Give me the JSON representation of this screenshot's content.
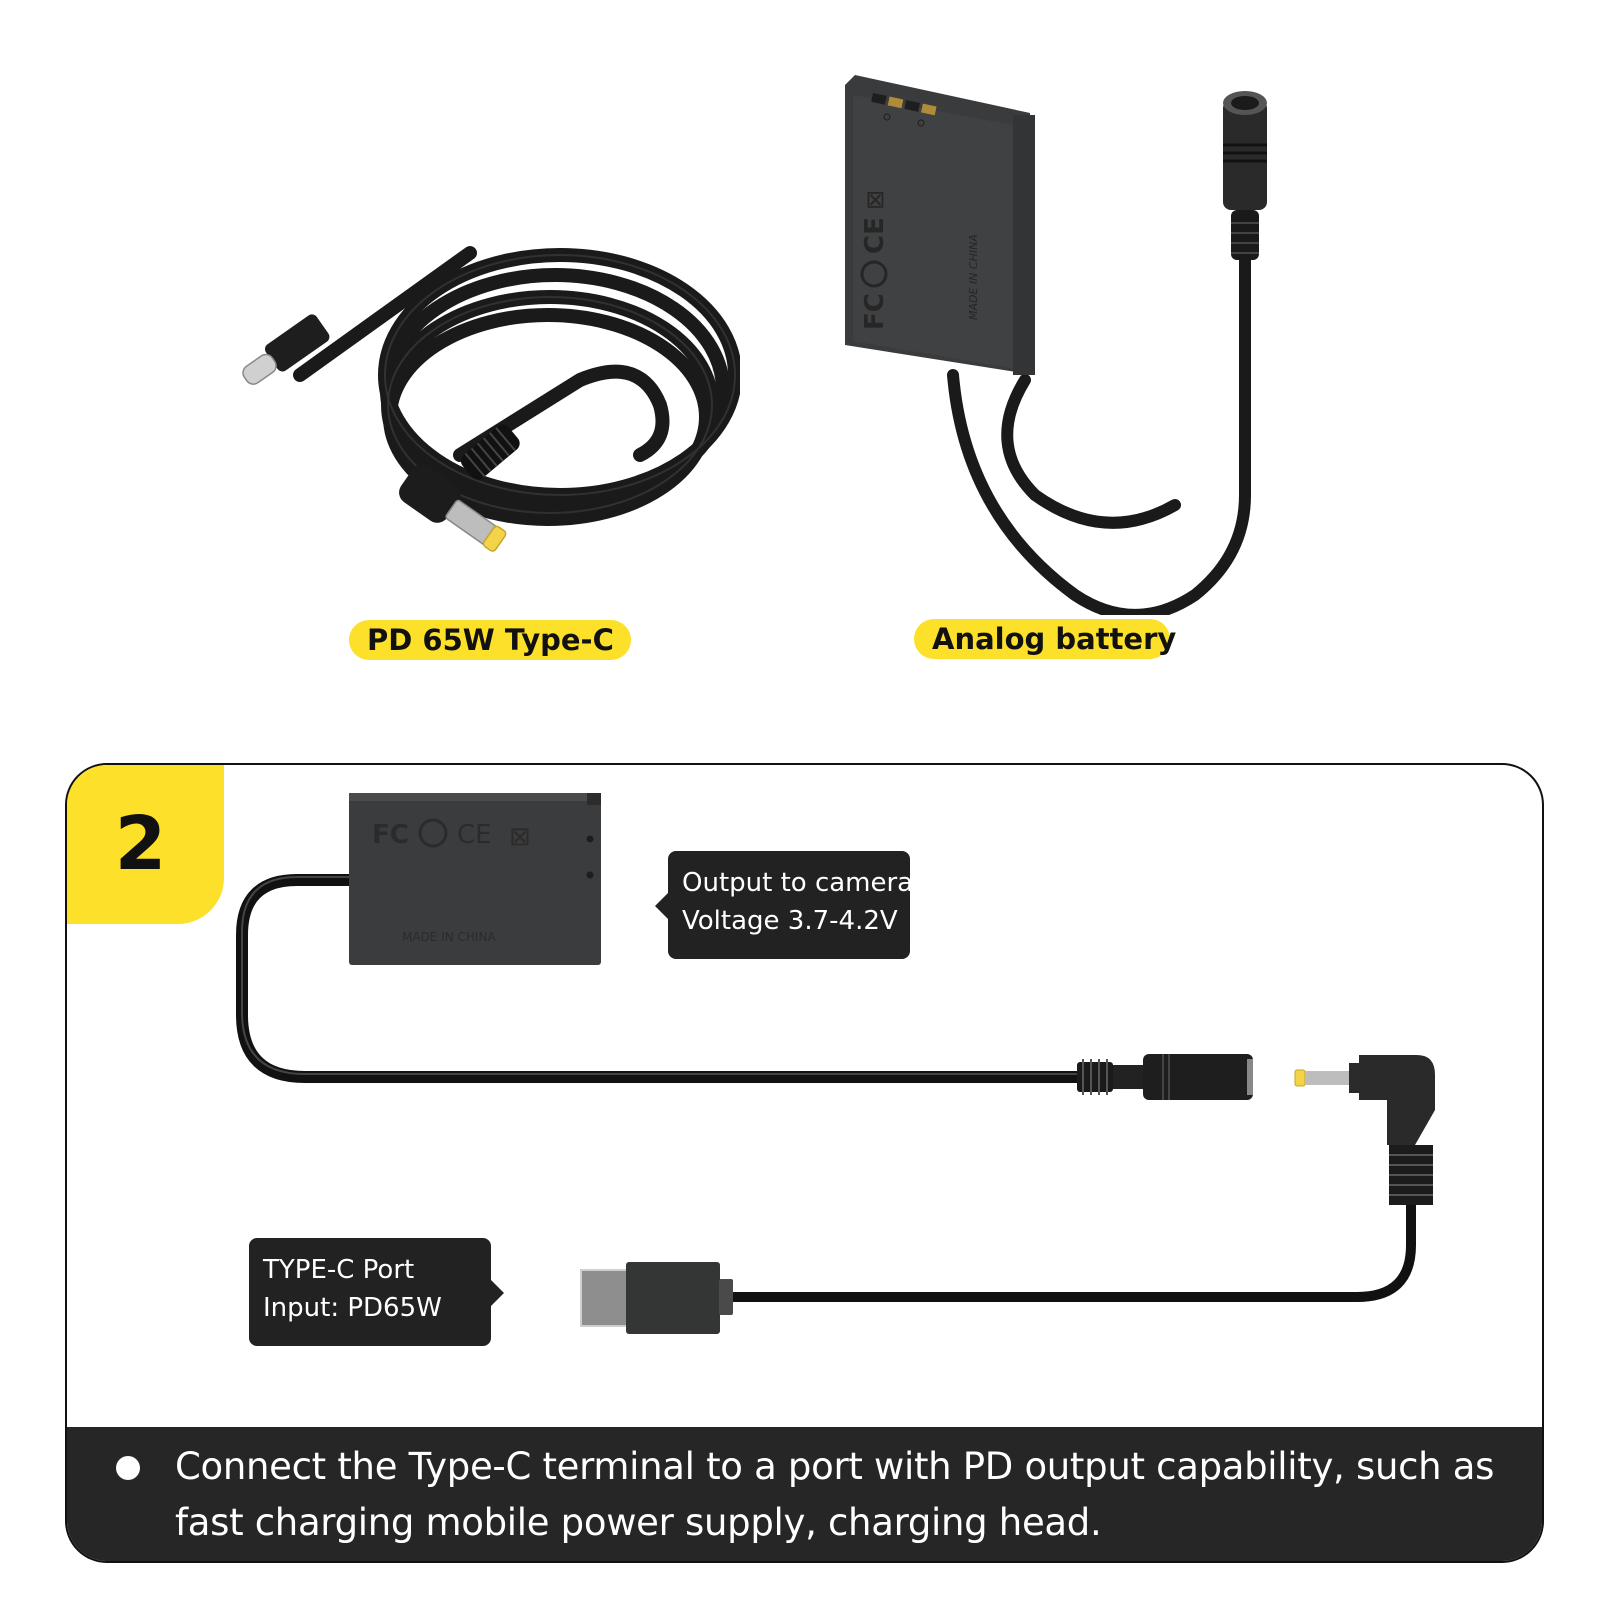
{
  "products": [
    {
      "name": "type-c-cable",
      "label": "PD 65W Type-C",
      "parts": [
        "usb-c-plug",
        "coiled-cable",
        "right-angle-dc-plug"
      ]
    },
    {
      "name": "dummy-battery",
      "label": "Analog battery",
      "battery_markings": {
        "certifications": [
          "FC",
          "RoHS",
          "CE",
          "WEEE"
        ],
        "origin": "MADE IN CHINA"
      },
      "parts": [
        "battery-body",
        "cable",
        "dc-female-socket"
      ]
    }
  ],
  "step": {
    "number": "2",
    "diagram": {
      "battery_markings": {
        "certifications": [
          "FC",
          "RoHS",
          "CE",
          "WEEE"
        ],
        "origin": "MADE IN CHINA"
      },
      "callouts": {
        "output": {
          "line1": "Output to camera",
          "line2": "Voltage 3.7-4.2V"
        },
        "input": {
          "line1": "TYPE-C Port",
          "line2": "Input: PD65W"
        }
      }
    },
    "instruction": "Connect the Type-C terminal to a port with PD output capability, such as fast charging mobile power supply, charging head."
  },
  "colors": {
    "accent_yellow": "#fde02a",
    "dark_bar": "#262626",
    "callout_bg": "#222222",
    "device_gray": "#3a3b3c",
    "cable_black": "#1a1a1a",
    "connector_tip_yellow": "#f2d34a"
  }
}
